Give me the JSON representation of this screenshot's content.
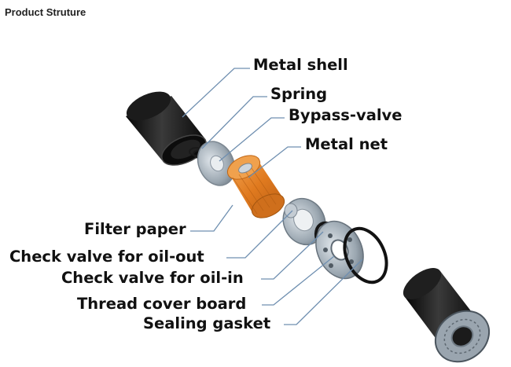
{
  "page": {
    "title": "Product Struture"
  },
  "diagram": {
    "components": [
      "Metal shell",
      "Spring",
      "Bypass-valve",
      "Metal net",
      "Filter paper",
      "Check valve for oil-out",
      "Check valve for oil-in",
      "Thread cover board",
      "Sealing gasket"
    ]
  },
  "colors": {
    "leader_line": "#6f8fb0",
    "shell": "#161616",
    "filter_paper": "#e4892e",
    "metal": "#a7b2bc"
  }
}
